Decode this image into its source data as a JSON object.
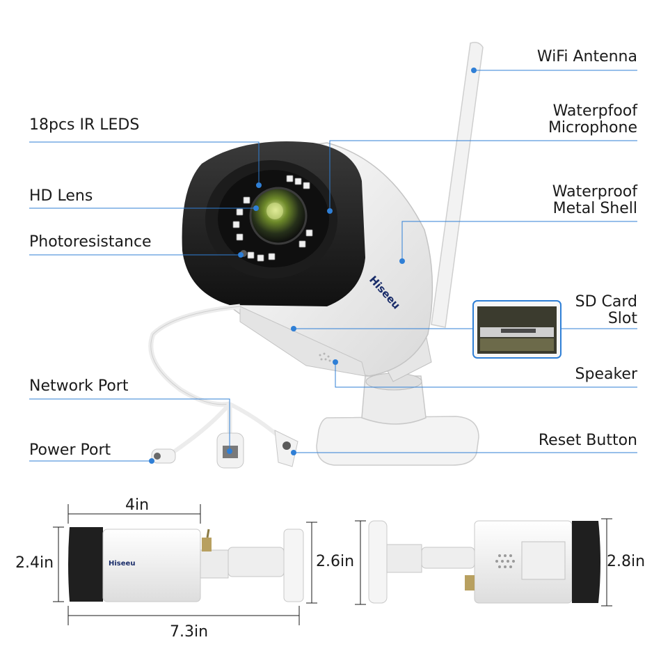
{
  "callouts": {
    "wifi_antenna": "WiFi Antenna",
    "ir_leds": "18pcs IR LEDS",
    "microphone_line1": "Waterpfoof",
    "microphone_line2": "Microphone",
    "hd_lens": "HD Lens",
    "metal_shell_line1": "Waterproof",
    "metal_shell_line2": "Metal Shell",
    "photoresistance": "Photoresistance",
    "sd_card_line1": "SD Card",
    "sd_card_line2": "Slot",
    "speaker": "Speaker",
    "network_port": "Network Port",
    "power_port": "Power Port",
    "reset_button": "Reset Button"
  },
  "brand": "Hiseeu",
  "dimensions": {
    "length_body": "4in",
    "height_front": "2.4in",
    "height_mount": "2.6in",
    "length_total": "7.3in",
    "height_back": "2.8in"
  },
  "colors": {
    "leader_line": "#2f7fd6",
    "dot": "#2f7fd6",
    "camera_body": "#f4f4f4",
    "camera_hood": "#2b2b2b"
  }
}
